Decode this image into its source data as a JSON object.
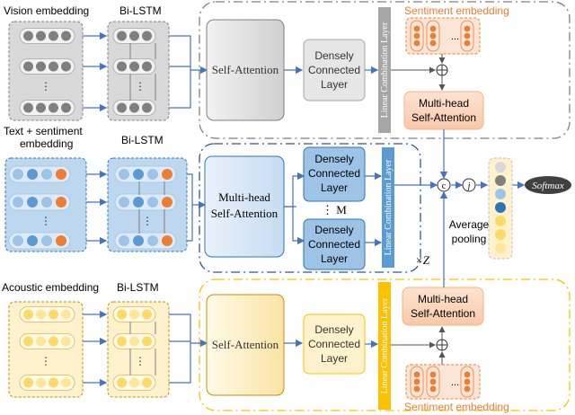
{
  "colors": {
    "gray_panel": "#d9d9d9",
    "gray_dot": "#7f7f7f",
    "blue_panel": "#bdd7ee",
    "blue_dot": "#5b9bd5",
    "orange": "#ed7d31",
    "yellow_panel": "#fff2cc",
    "yellow_dot": "#ffd966",
    "arrow": "#4472c4",
    "bi_arrow": "#a6a6a6"
  },
  "labels": {
    "vision_embedding": "Vision embedding",
    "bilstm_1": "Bi-LSTM",
    "text_sent_line1": "Text + sentiment",
    "text_sent_line2": "embedding",
    "bilstm_2": "Bi-LSTM",
    "acoustic_embedding": "Acoustic embedding",
    "bilstm_3": "Bi-LSTM",
    "self_attention_top": "Self-Attention",
    "dense_top": [
      "Densely",
      "Connected",
      "Layer"
    ],
    "linear_comb_top": "Linear Combination Layer",
    "sentiment_top": "Sentiment embedding",
    "mha_top": [
      "Multi-head",
      "Self-Attention"
    ],
    "mha_mid": [
      "Multi-head",
      "Self-Attention"
    ],
    "dense_mid_1": [
      "Densely",
      "Connected",
      "Layer"
    ],
    "dense_mid_2": [
      "Densely",
      "Connected",
      "Layer"
    ],
    "m_label": "⋮ M",
    "linear_comb_mid": "Linear Combination Layer",
    "times_z": "×Z",
    "self_attention_bot": "Self-Attention",
    "dense_bot": [
      "Densely",
      "Connected",
      "Layer"
    ],
    "linear_comb_bot": "Linear Combination Layer",
    "mha_bot": [
      "Multi-head",
      "Self-Attention"
    ],
    "sentiment_bot": "Sentiment embedding",
    "average_pooling": [
      "Average",
      "pooling"
    ],
    "softmax": "Softmax",
    "dots": "...",
    "vdots": "⋮",
    "c_symbol": "c",
    "j_symbol": "j"
  }
}
